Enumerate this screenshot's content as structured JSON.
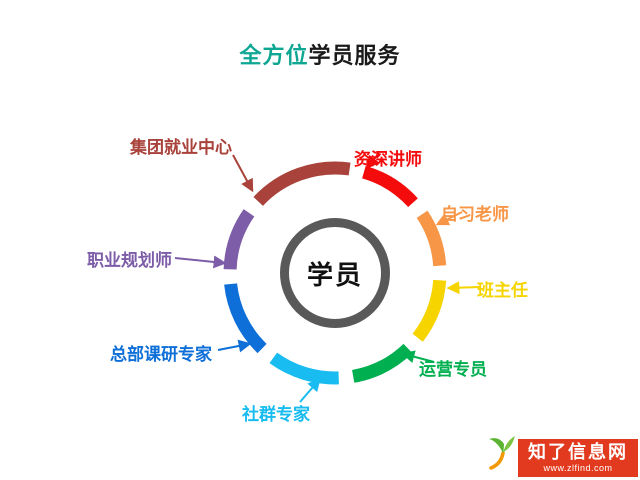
{
  "title": {
    "highlight": "全方位",
    "rest": "学员服务"
  },
  "center": {
    "label": "学员"
  },
  "colors": {
    "title_highlight": "#0FA793",
    "title_rest": "#1A1A1A",
    "center_ring": "#595959",
    "center_text": "#111111",
    "logo_bg": "#E23A1E",
    "logo_text": "#FFFFFF"
  },
  "segments": [
    {
      "label": "集团就业中心",
      "color": "#A8423A"
    },
    {
      "label": "资深讲师",
      "color": "#F40B0B"
    },
    {
      "label": "自习老师",
      "color": "#F79646"
    },
    {
      "label": "班主任",
      "color": "#F5D400"
    },
    {
      "label": "运营专员",
      "color": "#00B050"
    },
    {
      "label": "社群专家",
      "color": "#18BCF0"
    },
    {
      "label": "总部课研专家",
      "color": "#0E6FD8"
    },
    {
      "label": "职业规划师",
      "color": "#7D5CA8"
    }
  ],
  "logo": {
    "title": "知了信息网",
    "url": "www.zlfind.com"
  }
}
